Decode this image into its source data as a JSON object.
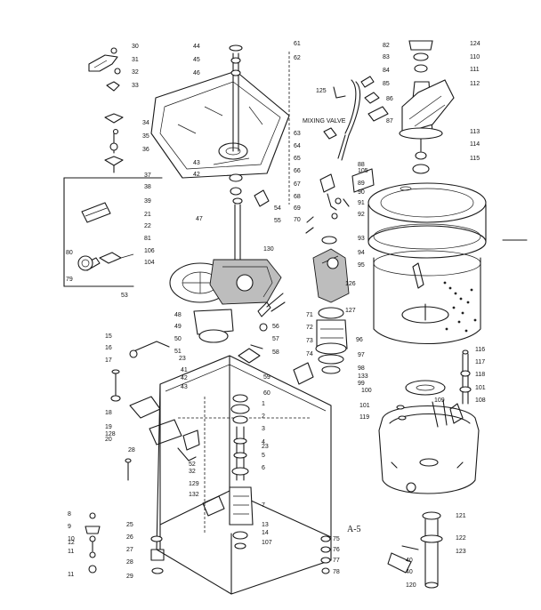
{
  "diagram": {
    "sheet_label": "A-5",
    "callout_text": "MIXING VALVE",
    "parts": [
      {
        "id": "p30",
        "num": "30"
      },
      {
        "id": "p31",
        "num": "31"
      },
      {
        "id": "p32",
        "num": "32"
      },
      {
        "id": "p33",
        "num": "33"
      },
      {
        "id": "p34",
        "num": "34"
      },
      {
        "id": "p35",
        "num": "35"
      },
      {
        "id": "p36",
        "num": "36"
      },
      {
        "id": "p37",
        "num": "37"
      },
      {
        "id": "p38",
        "num": "38"
      },
      {
        "id": "p39",
        "num": "39"
      },
      {
        "id": "p21",
        "num": "21"
      },
      {
        "id": "p22",
        "num": "22"
      },
      {
        "id": "p44",
        "num": "44"
      },
      {
        "id": "p45",
        "num": "45"
      },
      {
        "id": "p46",
        "num": "46"
      },
      {
        "id": "p61",
        "num": "61"
      },
      {
        "id": "p62",
        "num": "62"
      },
      {
        "id": "p43",
        "num": "43"
      },
      {
        "id": "p42",
        "num": "42"
      },
      {
        "id": "p47",
        "num": "47"
      },
      {
        "id": "p54",
        "num": "54"
      },
      {
        "id": "p55",
        "num": "55"
      },
      {
        "id": "p82",
        "num": "82"
      },
      {
        "id": "p83",
        "num": "83"
      },
      {
        "id": "p84",
        "num": "84"
      },
      {
        "id": "p85",
        "num": "85"
      },
      {
        "id": "p125",
        "num": "125"
      },
      {
        "id": "p86",
        "num": "86"
      },
      {
        "id": "p87",
        "num": "87"
      },
      {
        "id": "p63",
        "num": "63"
      },
      {
        "id": "p64",
        "num": "64"
      },
      {
        "id": "p65",
        "num": "65"
      },
      {
        "id": "p66",
        "num": "66"
      },
      {
        "id": "p67",
        "num": "67"
      },
      {
        "id": "p68",
        "num": "68"
      },
      {
        "id": "p69",
        "num": "69"
      },
      {
        "id": "p70",
        "num": "70"
      },
      {
        "id": "p88",
        "num": "88"
      },
      {
        "id": "p105",
        "num": "105"
      },
      {
        "id": "p89",
        "num": "89"
      },
      {
        "id": "p90",
        "num": "90"
      },
      {
        "id": "p91",
        "num": "91"
      },
      {
        "id": "p92",
        "num": "92"
      },
      {
        "id": "p93",
        "num": "93"
      },
      {
        "id": "p94",
        "num": "94"
      },
      {
        "id": "p95",
        "num": "95"
      },
      {
        "id": "p124",
        "num": "124"
      },
      {
        "id": "p110",
        "num": "110"
      },
      {
        "id": "p111",
        "num": "111"
      },
      {
        "id": "p112",
        "num": "112"
      },
      {
        "id": "p113",
        "num": "113"
      },
      {
        "id": "p114",
        "num": "114"
      },
      {
        "id": "p115",
        "num": "115"
      },
      {
        "id": "p80",
        "num": "80"
      },
      {
        "id": "p81",
        "num": "81"
      },
      {
        "id": "p106",
        "num": "106"
      },
      {
        "id": "p104",
        "num": "104"
      },
      {
        "id": "p79",
        "num": "79"
      },
      {
        "id": "p130",
        "num": "130"
      },
      {
        "id": "p126",
        "num": "126"
      },
      {
        "id": "p127",
        "num": "127"
      },
      {
        "id": "p96",
        "num": "96"
      },
      {
        "id": "p53",
        "num": "53"
      },
      {
        "id": "p48",
        "num": "48"
      },
      {
        "id": "p49",
        "num": "49"
      },
      {
        "id": "p50",
        "num": "50"
      },
      {
        "id": "p51",
        "num": "51"
      },
      {
        "id": "p52",
        "num": "52"
      },
      {
        "id": "p56",
        "num": "56"
      },
      {
        "id": "p57",
        "num": "57"
      },
      {
        "id": "p58",
        "num": "58"
      },
      {
        "id": "p71",
        "num": "71"
      },
      {
        "id": "p72",
        "num": "72"
      },
      {
        "id": "p73",
        "num": "73"
      },
      {
        "id": "p74",
        "num": "74"
      },
      {
        "id": "p97",
        "num": "97"
      },
      {
        "id": "p98",
        "num": "98"
      },
      {
        "id": "p133",
        "num": "133"
      },
      {
        "id": "p99",
        "num": "99"
      },
      {
        "id": "p116",
        "num": "116"
      },
      {
        "id": "p117",
        "num": "117"
      },
      {
        "id": "p118",
        "num": "118"
      },
      {
        "id": "p101",
        "num": "101"
      },
      {
        "id": "p108",
        "num": "108"
      },
      {
        "id": "p100",
        "num": "100"
      },
      {
        "id": "p109",
        "num": "109"
      },
      {
        "id": "p101b",
        "num": "101"
      },
      {
        "id": "p119",
        "num": "119"
      },
      {
        "id": "p15",
        "num": "15"
      },
      {
        "id": "p16",
        "num": "16"
      },
      {
        "id": "p17",
        "num": "17"
      },
      {
        "id": "p18",
        "num": "18"
      },
      {
        "id": "p19",
        "num": "19"
      },
      {
        "id": "p128",
        "num": "128"
      },
      {
        "id": "p20",
        "num": "20"
      },
      {
        "id": "p23",
        "num": "23"
      },
      {
        "id": "p41",
        "num": "41"
      },
      {
        "id": "p42b",
        "num": "42"
      },
      {
        "id": "p43b",
        "num": "43"
      },
      {
        "id": "p59",
        "num": "59"
      },
      {
        "id": "p60",
        "num": "60"
      },
      {
        "id": "p1",
        "num": "1"
      },
      {
        "id": "p2",
        "num": "2"
      },
      {
        "id": "p3",
        "num": "3"
      },
      {
        "id": "p4",
        "num": "4"
      },
      {
        "id": "p5",
        "num": "5"
      },
      {
        "id": "p6",
        "num": "6"
      },
      {
        "id": "p7",
        "num": "7"
      },
      {
        "id": "p13",
        "num": "13"
      },
      {
        "id": "p14",
        "num": "14"
      },
      {
        "id": "p107",
        "num": "107"
      },
      {
        "id": "p23b",
        "num": "23"
      },
      {
        "id": "p32b",
        "num": "32"
      },
      {
        "id": "p129",
        "num": "129"
      },
      {
        "id": "p132",
        "num": "132"
      },
      {
        "id": "p28",
        "num": "28"
      },
      {
        "id": "p25",
        "num": "25"
      },
      {
        "id": "p26",
        "num": "26"
      },
      {
        "id": "p27",
        "num": "27"
      },
      {
        "id": "p28b",
        "num": "28"
      },
      {
        "id": "p29",
        "num": "29"
      },
      {
        "id": "p8",
        "num": "8"
      },
      {
        "id": "p9",
        "num": "9"
      },
      {
        "id": "p10",
        "num": "10"
      },
      {
        "id": "p11",
        "num": "11"
      },
      {
        "id": "p12",
        "num": "12"
      },
      {
        "id": "p11b",
        "num": "11"
      },
      {
        "id": "p75",
        "num": "75"
      },
      {
        "id": "p76",
        "num": "76"
      },
      {
        "id": "p77",
        "num": "77"
      },
      {
        "id": "p78",
        "num": "78"
      },
      {
        "id": "p121",
        "num": "121"
      },
      {
        "id": "p122",
        "num": "122"
      },
      {
        "id": "p123",
        "num": "123"
      },
      {
        "id": "p40",
        "num": "40"
      },
      {
        "id": "p40b",
        "num": "40"
      },
      {
        "id": "p120",
        "num": "120"
      }
    ]
  }
}
